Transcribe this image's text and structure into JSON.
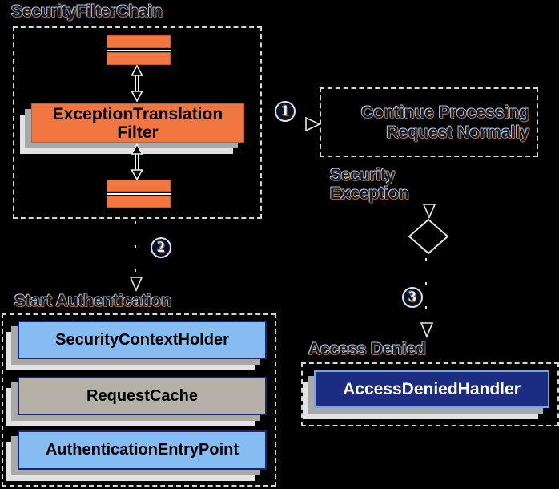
{
  "colors": {
    "background": "#000000",
    "orange": "#f2763f",
    "orange_border": "#cf5a26",
    "light_blue": "#85bdf2",
    "navy": "#1c2c80",
    "navy_border": "#1a2470",
    "cache_gray": "#b6b1a8",
    "sheet_gray": "#a9a9a9",
    "sheet_light": "#e2e2e2",
    "dash": "#d6d6d6",
    "box_text": "#000000",
    "handler_text": "#ffffff"
  },
  "filter_chain": {
    "title": "SecurityFilterChain",
    "filter_line1": "ExceptionTranslation",
    "filter_line2": "Filter"
  },
  "steps": {
    "one": "1",
    "two": "2",
    "three": "3"
  },
  "continue_box": {
    "line1": "Continue Processing",
    "line2": "Request Normally"
  },
  "security_exception": {
    "line1": "Security",
    "line2": "Exception"
  },
  "start_authentication": {
    "title": "Start Authentication",
    "boxes": [
      "SecurityContextHolder",
      "RequestCache",
      "AuthenticationEntryPoint"
    ]
  },
  "access_denied": {
    "title": "Access Denied",
    "handler": "AccessDeniedHandler"
  }
}
